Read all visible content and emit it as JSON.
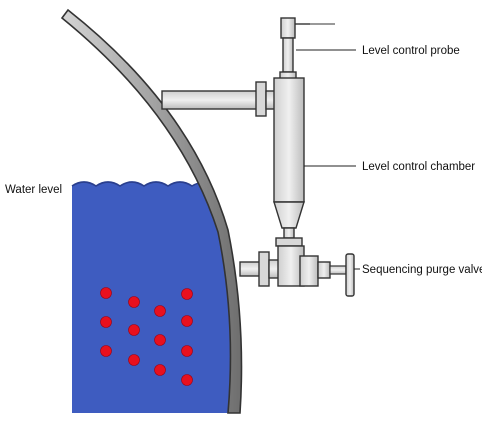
{
  "labels": {
    "water_level": "Water level",
    "level_control_probe": "Level control probe",
    "level_control_chamber": "Level control chamber",
    "sequencing_purge_valve": "Sequencing purge valve"
  },
  "colors": {
    "water": "#3e5cc0",
    "water_edge": "#2a3f8e",
    "bubble": "#e8101e",
    "metal": "#e2e2e2",
    "metal_dark": "#bdbdbd",
    "outline": "#333333",
    "background": "#ffffff"
  },
  "icons": {
    "bubbles": "red-circle-icon",
    "valve": "valve-handwheel-icon",
    "probe": "probe-icon"
  }
}
